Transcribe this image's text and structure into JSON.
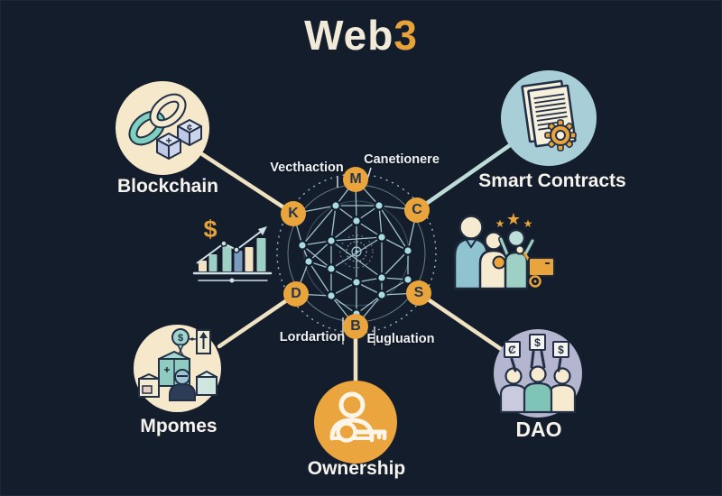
{
  "title": {
    "main": "Web",
    "accent": "3"
  },
  "colors": {
    "background": "#141d2b",
    "accent_orange": "#e9a43c",
    "cream_circle": "#f6e9cb",
    "cream_line": "#efe2c2",
    "teal_circle": "#a8ced7",
    "teal_line": "#bedcd7",
    "lavender_circle": "#b4b5ce",
    "mesh_line": "#a8ccd5",
    "mesh_node": "#a8dbe3",
    "label_text": "#f5f3ec"
  },
  "network": {
    "nodes": [
      {
        "letter": "M"
      },
      {
        "letter": "K"
      },
      {
        "letter": "C"
      },
      {
        "letter": "D"
      },
      {
        "letter": "S"
      },
      {
        "letter": "B"
      }
    ],
    "annotations": [
      {
        "text": "Vecthaction"
      },
      {
        "text": "Canetionere"
      },
      {
        "text": "Lordartion"
      },
      {
        "text": "Eugluation"
      }
    ]
  },
  "topics": [
    {
      "label": "Blockchain"
    },
    {
      "label": "Smart Contracts"
    },
    {
      "label": "Mpomes"
    },
    {
      "label": "Ownership"
    },
    {
      "label": "DAO"
    }
  ],
  "symbols": {
    "cube_plus": "+",
    "cube_cent": "¢",
    "chart_dollar": "$",
    "balloon_dollar": "$",
    "sign_cent": "Ȼ",
    "sign_dollar_center": "$",
    "sign_dollar_right": "$",
    "star": "★"
  }
}
